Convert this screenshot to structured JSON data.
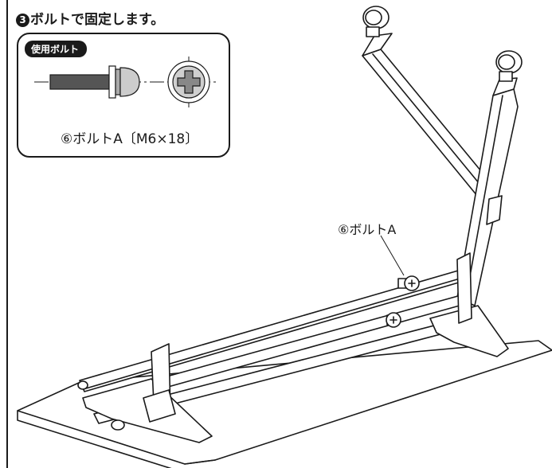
{
  "step": {
    "number_glyph": "3",
    "title": "ボルトで固定します。"
  },
  "parts_box": {
    "tag": "使用ボルト",
    "caption": "⑥ボルトA〔M6×18〕"
  },
  "callout": {
    "label": "⑥ボルトA"
  }
}
